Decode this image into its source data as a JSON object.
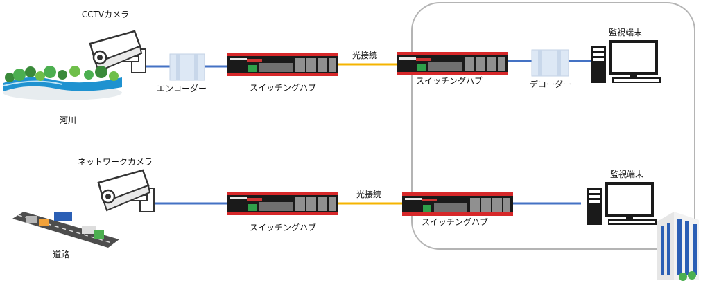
{
  "labels": {
    "cctv_camera": "CCTVカメラ",
    "river": "河川",
    "encoder": "エンコーダー",
    "switch_top_left": "スイッチングハブ",
    "optical_top": "光接続",
    "switch_top_right": "スイッチングハブ",
    "decoder": "デコーダー",
    "monitor_top": "監視端末",
    "network_camera": "ネットワークカメラ",
    "road": "道路",
    "switch_bottom_left": "スイッチングハブ",
    "optical_bottom": "光接続",
    "switch_bottom_right": "スイッチングハブ",
    "monitor_bottom": "監視端末"
  },
  "colors": {
    "ethernet_line": "#4472c4",
    "optical_line": "#f5b400",
    "switch_accent": "#d6282a",
    "boundary": "#b4b4b4"
  }
}
